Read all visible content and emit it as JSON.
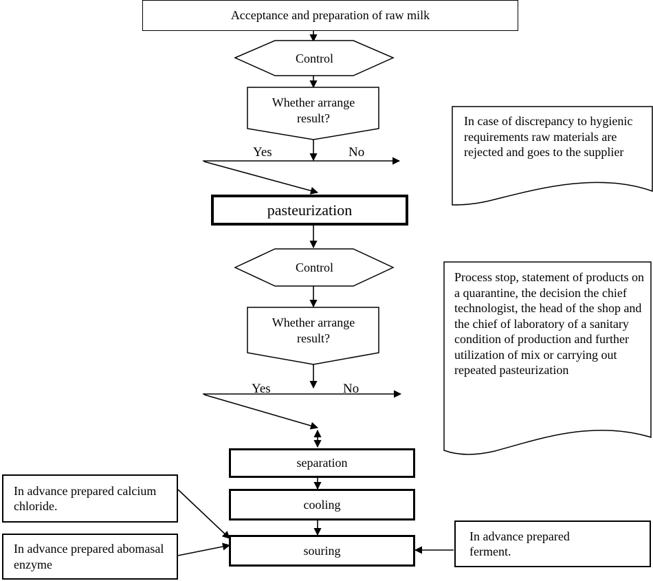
{
  "steps": {
    "acceptance": "Acceptance and preparation of raw milk",
    "control_1": "Control",
    "decision_1": "Whether arrange result?",
    "pasteurization": "pasteurization",
    "control_2": "Control",
    "decision_2": "Whether arrange result?",
    "separation": "separation",
    "cooling": "cooling",
    "souring": "souring"
  },
  "branches": {
    "yes_1": "Yes",
    "no_1": "No",
    "yes_2": "Yes",
    "no_2": "No"
  },
  "notes": {
    "reject_note": "In case of discrepancy to hygienic requirements raw materials are rejected and goes to the supplier",
    "stop_note": "Process stop, statement of products on a quarantine, the decision the chief technologist, the head of the shop and the chief of laboratory of a sanitary condition of production and further utilization of mix or carrying out repeated pasteurization"
  },
  "inputs": {
    "calcium_chloride": "In advance prepared calcium chloride.",
    "abomasal_enzyme": "In advance prepared abomasal enzyme",
    "ferment": "In advance prepared ferment."
  }
}
